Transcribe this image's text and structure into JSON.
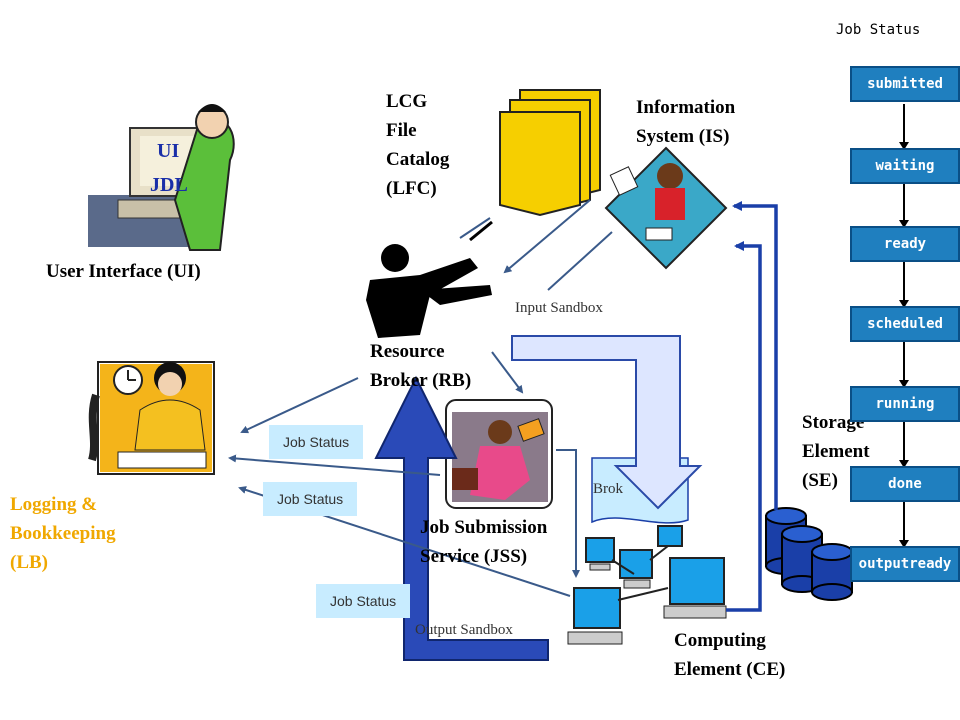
{
  "nodes": {
    "ui": {
      "label": "User Interface (UI)",
      "screen_line1": "UI",
      "screen_line2": "JDL"
    },
    "lfc": {
      "label": "LCG\nFile\nCatalog\n(LFC)"
    },
    "is": {
      "label": "Information\nSystem (IS)"
    },
    "rb": {
      "label": "Resource\nBroker (RB)"
    },
    "lb": {
      "label": "Logging &\nBookkeeping\n(LB)"
    },
    "jss": {
      "label": "Job Submission\nService (JSS)"
    },
    "se": {
      "label": "Storage\nElement\n(SE)"
    },
    "ce": {
      "label": "Computing\nElement (CE)"
    },
    "broker_fragment": "Brok"
  },
  "flows": {
    "input_sandbox": "Input Sandbox",
    "output_sandbox": "Output Sandbox",
    "job_status_1": "Job Status",
    "job_status_2": "Job Status",
    "job_status_3": "Job Status"
  },
  "job_status": {
    "title": "Job Status",
    "states": [
      "submitted",
      "waiting",
      "ready",
      "scheduled",
      "running",
      "done",
      "outputready"
    ]
  },
  "colors": {
    "arrow_blue": "#1a3fa8",
    "state_fill": "#1f7fbf",
    "lb_label": "#f0a800",
    "chip_bg": "#c8ecff",
    "lfc_doc": "#f6cf00"
  }
}
